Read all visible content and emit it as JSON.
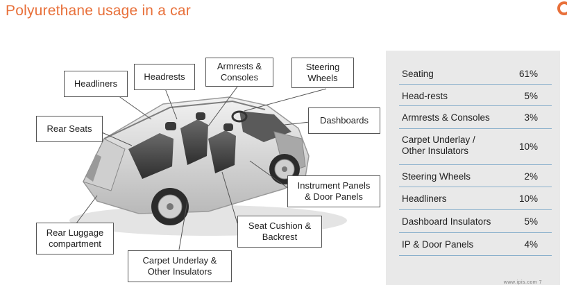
{
  "title": "Polyurethane usage in a  car",
  "callouts": {
    "headliners": "Headliners",
    "headrests": "Headrests",
    "armrests": "Armrests &\nConsoles",
    "steering": "Steering\nWheels",
    "rear_seats": "Rear Seats",
    "dashboards": "Dashboards",
    "instrument": "Instrument Panels\n& Door Panels",
    "seat_cushion": "Seat Cushion &\nBackrest",
    "rear_luggage": "Rear Luggage\ncompartment",
    "carpet": "Carpet Underlay &\nOther Insulators"
  },
  "table": [
    {
      "label": "Seating",
      "value": "61%"
    },
    {
      "label": "Head-rests",
      "value": "5%"
    },
    {
      "label": "Armrests & Consoles",
      "value": "3%"
    },
    {
      "label": "Carpet Underlay /\nOther Insulators",
      "value": "10%"
    },
    {
      "label": "Steering Wheels",
      "value": "2%"
    },
    {
      "label": "Headliners",
      "value": "10%"
    },
    {
      "label": "Dashboard Insulators",
      "value": "5%"
    },
    {
      "label": "IP & Door Panels",
      "value": "4%"
    }
  ],
  "footer": "www.ipis.com 7",
  "colors": {
    "title": "#e8703a",
    "panel": "#e9e9e9",
    "row_rule": "#8ab0cc"
  }
}
